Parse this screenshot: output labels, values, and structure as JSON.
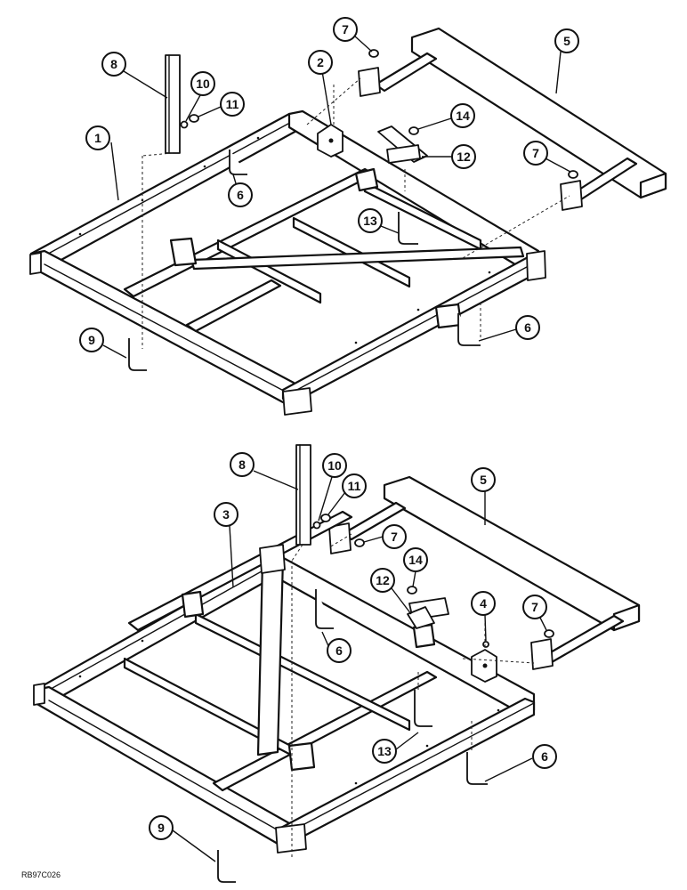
{
  "diagram": {
    "drawing_code": "RB97C026",
    "upper_assembly": {
      "callouts": [
        {
          "id": "u1",
          "label": "1"
        },
        {
          "id": "u2",
          "label": "2"
        },
        {
          "id": "u5",
          "label": "5"
        },
        {
          "id": "u6a",
          "label": "6"
        },
        {
          "id": "u6b",
          "label": "6"
        },
        {
          "id": "u7a",
          "label": "7"
        },
        {
          "id": "u7b",
          "label": "7"
        },
        {
          "id": "u8",
          "label": "8"
        },
        {
          "id": "u9",
          "label": "9"
        },
        {
          "id": "u10",
          "label": "10"
        },
        {
          "id": "u11",
          "label": "11"
        },
        {
          "id": "u12",
          "label": "12"
        },
        {
          "id": "u13",
          "label": "13"
        },
        {
          "id": "u14",
          "label": "14"
        }
      ]
    },
    "lower_assembly": {
      "callouts": [
        {
          "id": "l3",
          "label": "3"
        },
        {
          "id": "l4",
          "label": "4"
        },
        {
          "id": "l5",
          "label": "5"
        },
        {
          "id": "l6a",
          "label": "6"
        },
        {
          "id": "l6b",
          "label": "6"
        },
        {
          "id": "l7a",
          "label": "7"
        },
        {
          "id": "l7b",
          "label": "7"
        },
        {
          "id": "l8",
          "label": "8"
        },
        {
          "id": "l9",
          "label": "9"
        },
        {
          "id": "l10",
          "label": "10"
        },
        {
          "id": "l11",
          "label": "11"
        },
        {
          "id": "l12",
          "label": "12"
        },
        {
          "id": "l13",
          "label": "13"
        },
        {
          "id": "l14",
          "label": "14"
        }
      ]
    }
  }
}
